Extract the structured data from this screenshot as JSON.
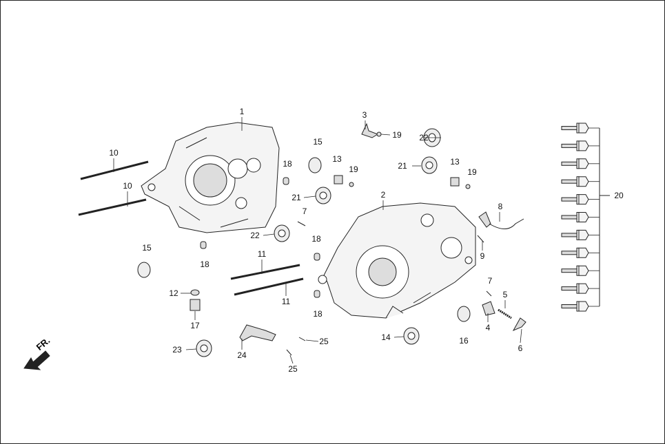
{
  "callouts": {
    "c1": "1",
    "c2": "2",
    "c3": "3",
    "c4": "4",
    "c5": "5",
    "c6": "6",
    "c7a": "7",
    "c7b": "7",
    "c8": "8",
    "c9": "9",
    "c10a": "10",
    "c10b": "10",
    "c11a": "11",
    "c11b": "11",
    "c12": "12",
    "c13a": "13",
    "c13b": "13",
    "c14": "14",
    "c15a": "15",
    "c15b": "15",
    "c16": "16",
    "c17": "17",
    "c18a": "18",
    "c18b": "18",
    "c18c": "18",
    "c18d": "18",
    "c19a": "19",
    "c19b": "19",
    "c19c": "19",
    "c20": "20",
    "c21a": "21",
    "c21b": "21",
    "c22a": "22",
    "c22b": "22",
    "c23": "23",
    "c24": "24",
    "c25a": "25",
    "c25b": "25"
  },
  "direction_marker": {
    "label": "FR.",
    "icon": "front-arrow-icon"
  },
  "colors": {
    "line": "#222222",
    "part_fill": "#f4f4f4",
    "shade": "#bbbbbb"
  }
}
